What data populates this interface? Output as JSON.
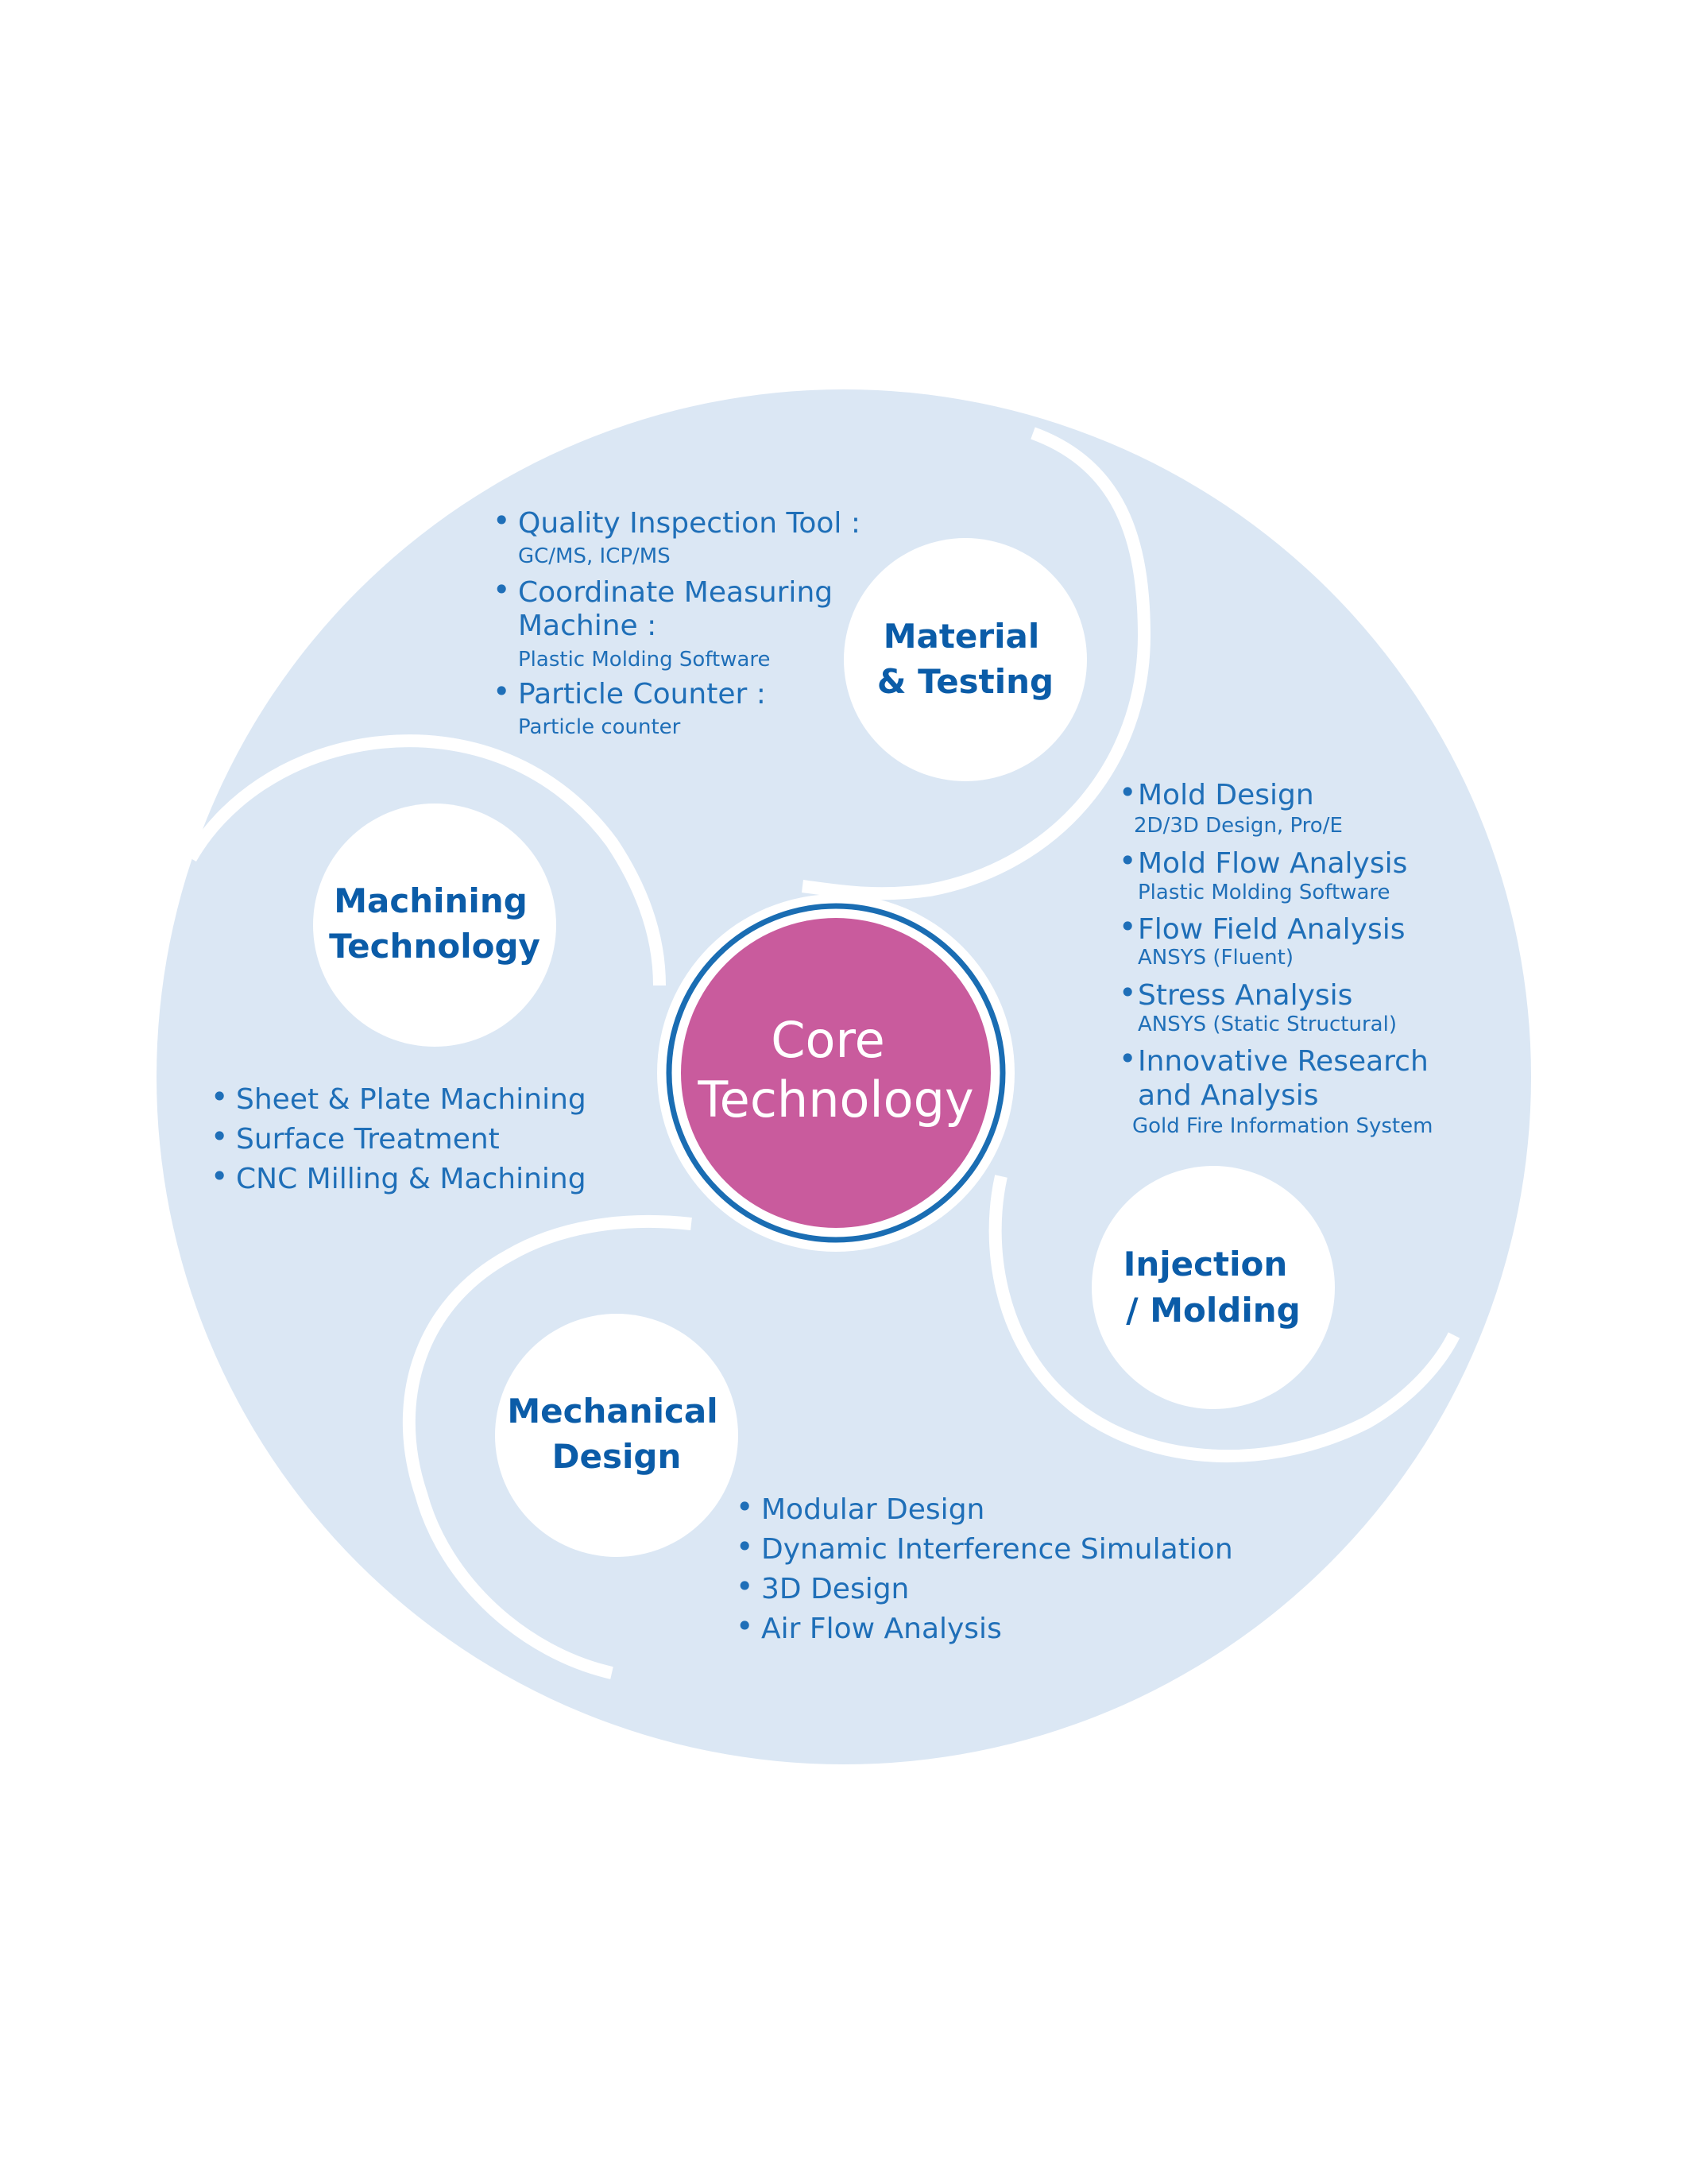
{
  "colors": {
    "background": "#ffffff",
    "disk": "#dbe7f4",
    "swirl_line": "#ffffff",
    "text_blue": "#1f6fb8",
    "title_blue": "#0b5ca8",
    "core_fill": "#c95b9d",
    "core_ring": "#1a6db3",
    "core_text": "#ffffff"
  },
  "core": {
    "line1": "Core",
    "line2": "Technology"
  },
  "sections": [
    {
      "id": "material",
      "title_lines": [
        "Material",
        "& Testing"
      ],
      "items": [
        {
          "label": "Quality Inspection Tool :",
          "label2": "",
          "sub": "GC/MS, ICP/MS"
        },
        {
          "label": "Coordinate Measuring",
          "label2": "Machine :",
          "sub": "Plastic Molding Software"
        },
        {
          "label": "Particle Counter :",
          "label2": "",
          "sub": "Particle counter"
        }
      ]
    },
    {
      "id": "injection",
      "title_lines": [
        "Injection",
        "/ Molding"
      ],
      "items": [
        {
          "label": "Mold Design",
          "label2": "",
          "sub": "2D/3D Design, Pro/E"
        },
        {
          "label": "Mold Flow Analysis",
          "label2": "",
          "sub": "Plastic Molding Software"
        },
        {
          "label": "Flow Field Analysis",
          "label2": "",
          "sub": "ANSYS (Fluent)"
        },
        {
          "label": "Stress Analysis",
          "label2": "",
          "sub": "ANSYS (Static Structural)"
        },
        {
          "label": "Innovative Research",
          "label2": "and Analysis",
          "sub": "Gold Fire Information System"
        }
      ]
    },
    {
      "id": "machining",
      "title_lines": [
        "Machining",
        "Technology"
      ],
      "items": [
        {
          "label": "Sheet & Plate Machining"
        },
        {
          "label": "Surface Treatment"
        },
        {
          "label": "CNC Milling & Machining"
        }
      ]
    },
    {
      "id": "mechanical",
      "title_lines": [
        "Mechanical",
        "Design"
      ],
      "items": [
        {
          "label": "Modular Design"
        },
        {
          "label": "Dynamic Interference Simulation"
        },
        {
          "label": "3D Design"
        },
        {
          "label": "Air Flow Analysis"
        }
      ]
    }
  ]
}
